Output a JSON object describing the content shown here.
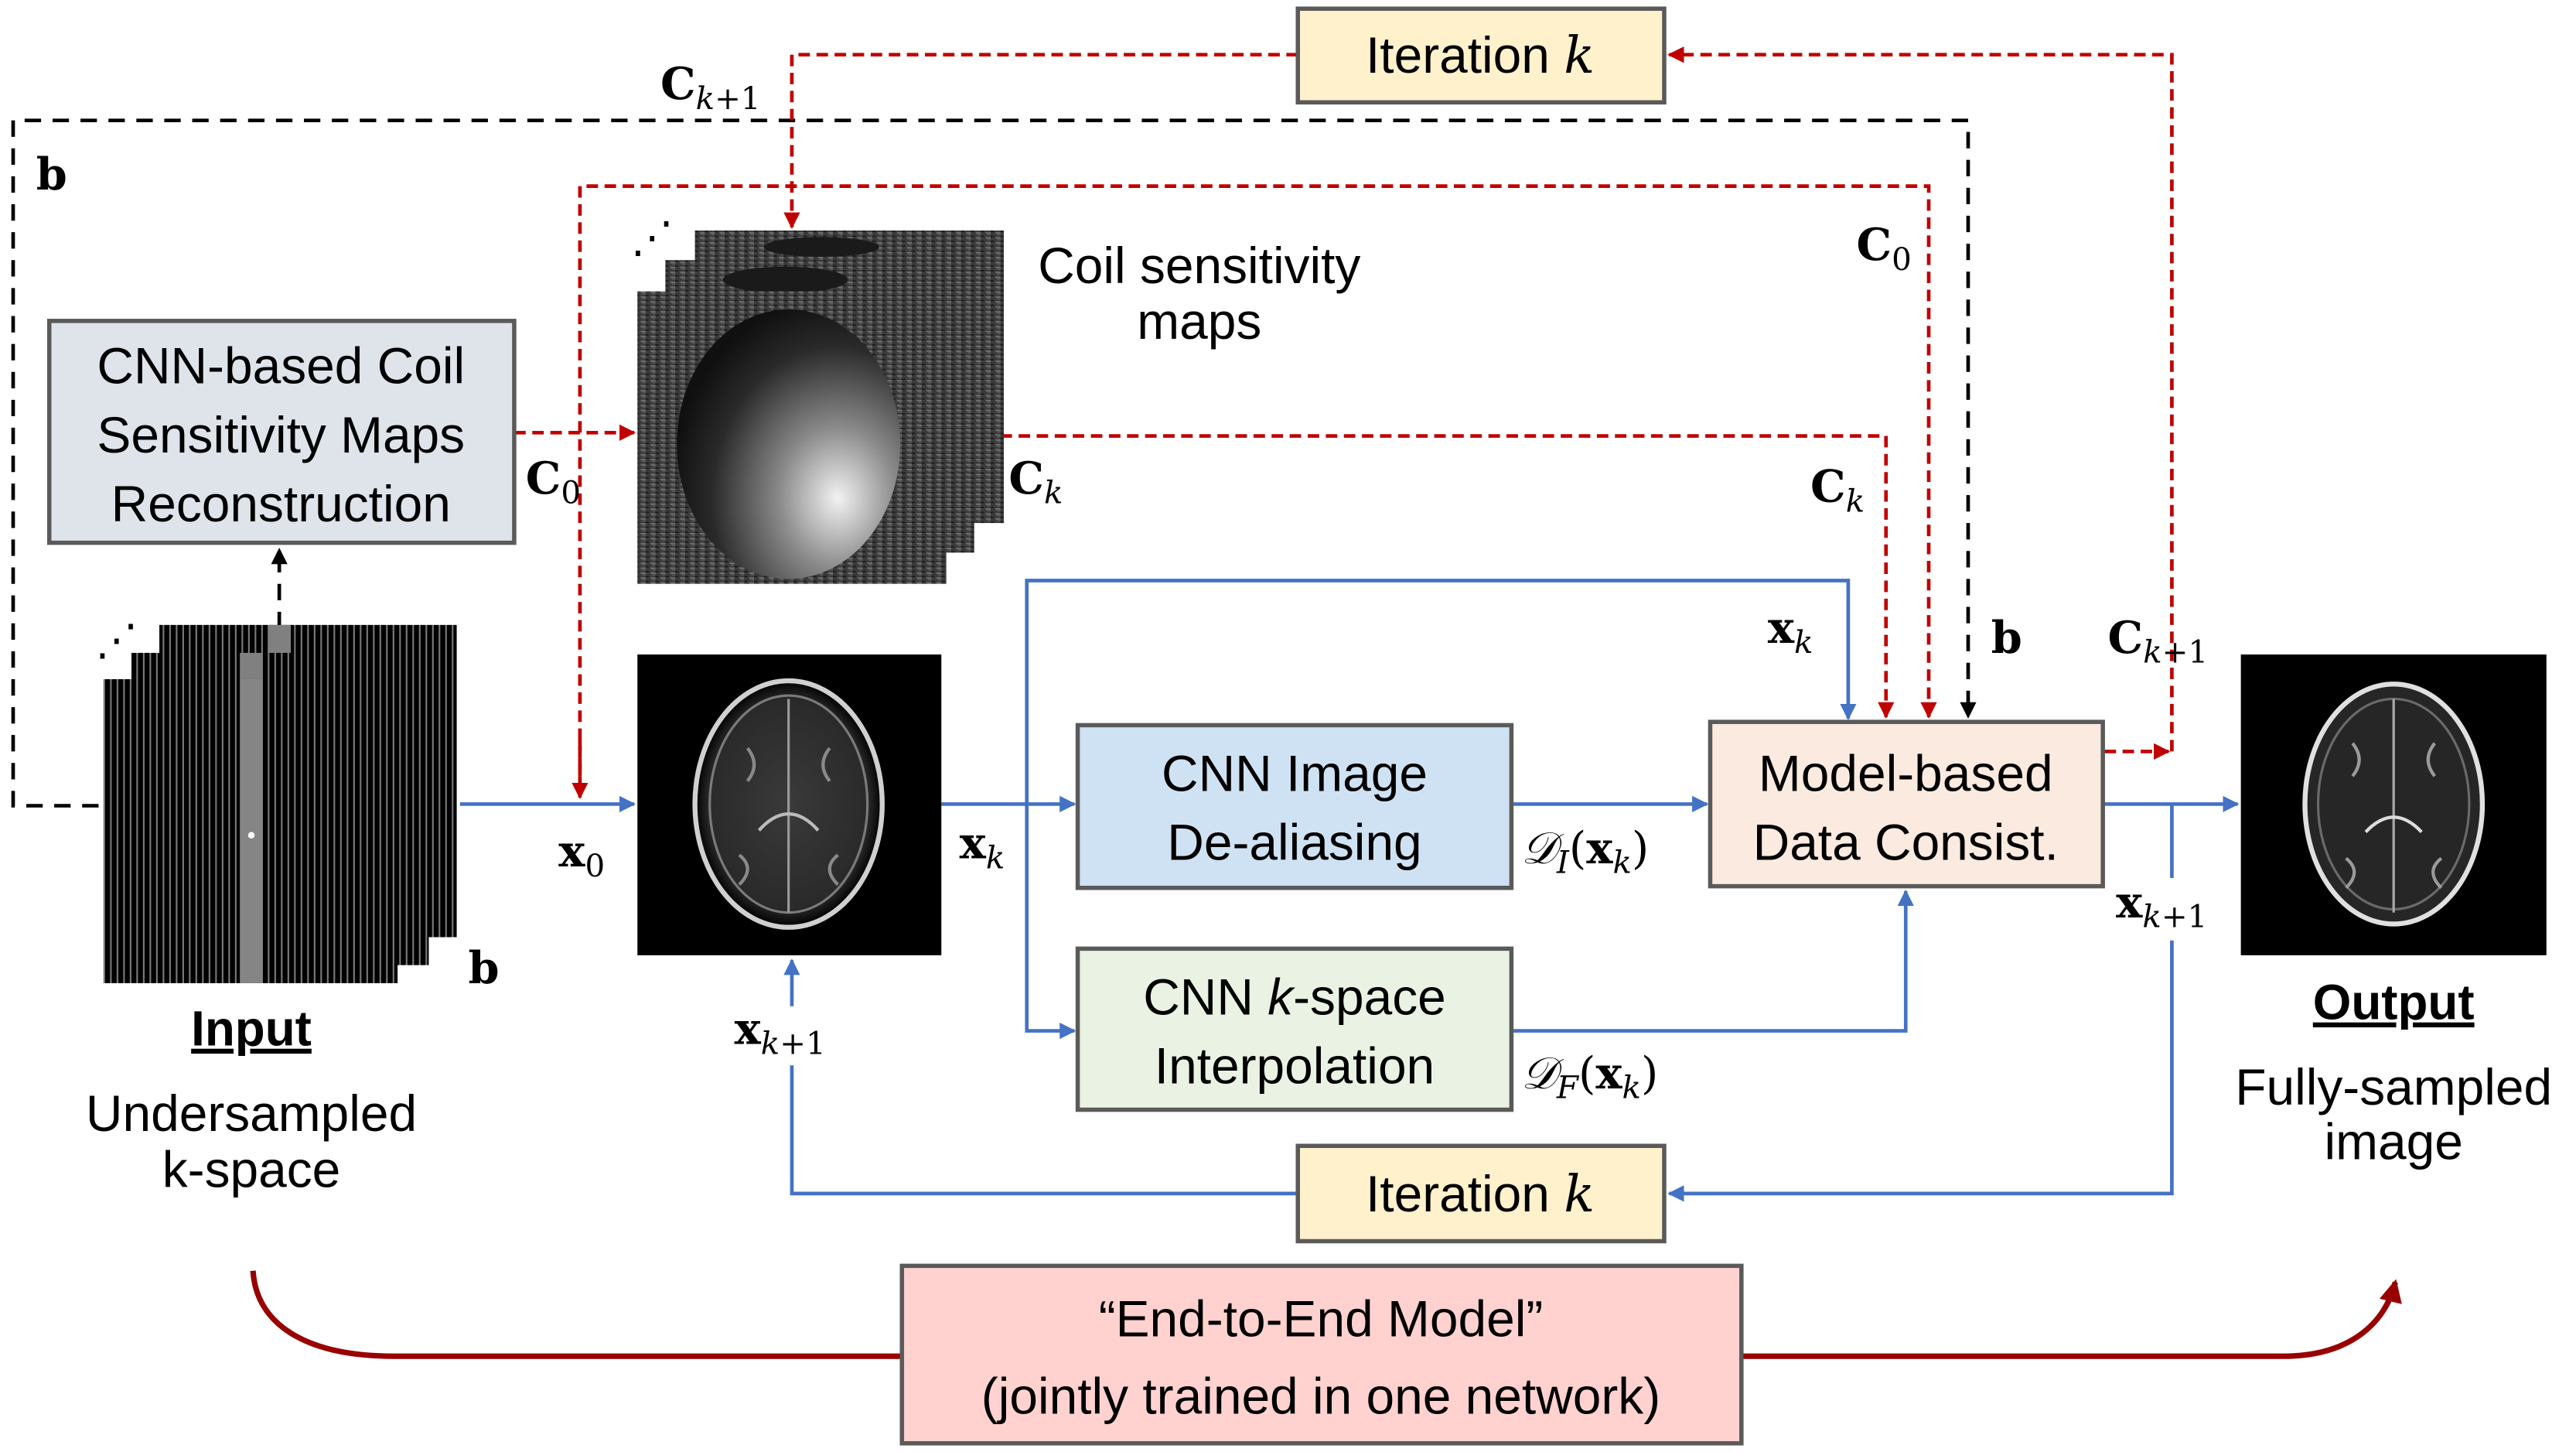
{
  "colors": {
    "image_flow_blue": "#4472c4",
    "coil_flow_red": "#c00000",
    "kspace_flow_black": "#000000",
    "end_to_end_curve": "#990000",
    "coil_cnn_box": "#dee4ea",
    "image_cnn_box": "#cfe2f3",
    "kspace_cnn_box": "#e9f2e3",
    "dc_box": "#fbeadf",
    "iteration_box": "#fff1cc",
    "end_to_end_box": "#ffd2cf"
  },
  "boxes": {
    "iteration_top": {
      "line1": "Iteration ",
      "var": "k"
    },
    "coil_cnn": {
      "lines": [
        "CNN-based Coil",
        "Sensitivity Maps",
        "Reconstruction"
      ]
    },
    "image_cnn": {
      "lines": [
        "CNN Image",
        "De-aliasing"
      ]
    },
    "kspace_cnn": {
      "prefix": "CNN ",
      "var": "k",
      "suffix": "-space",
      "line2": "Interpolation"
    },
    "data_consistency": {
      "lines": [
        "Model-based",
        "Data Consist."
      ]
    },
    "iteration_bottom": {
      "line1": "Iteration ",
      "var": "k"
    },
    "end_to_end": {
      "lines": [
        "“End-to-End Model”",
        "(jointly trained in one network)"
      ]
    }
  },
  "captions": {
    "coil_maps": [
      "Coil sensitivity",
      "maps"
    ],
    "input_title": "Input",
    "input_desc": [
      "Undersampled",
      "k-space"
    ],
    "output_title": "Output",
    "output_desc": [
      "Fully-sampled",
      "image"
    ],
    "ellipsis": "⋰"
  },
  "labels": {
    "b_symbol": "b",
    "C": "C",
    "x": "x",
    "sub_0": "0",
    "sub_k": "k",
    "sub_k1_k": "k",
    "sub_k1_rest": "+1",
    "D": "𝒟",
    "sub_I": "I",
    "sub_F": "F",
    "paren_open": "(",
    "paren_close": ")"
  }
}
